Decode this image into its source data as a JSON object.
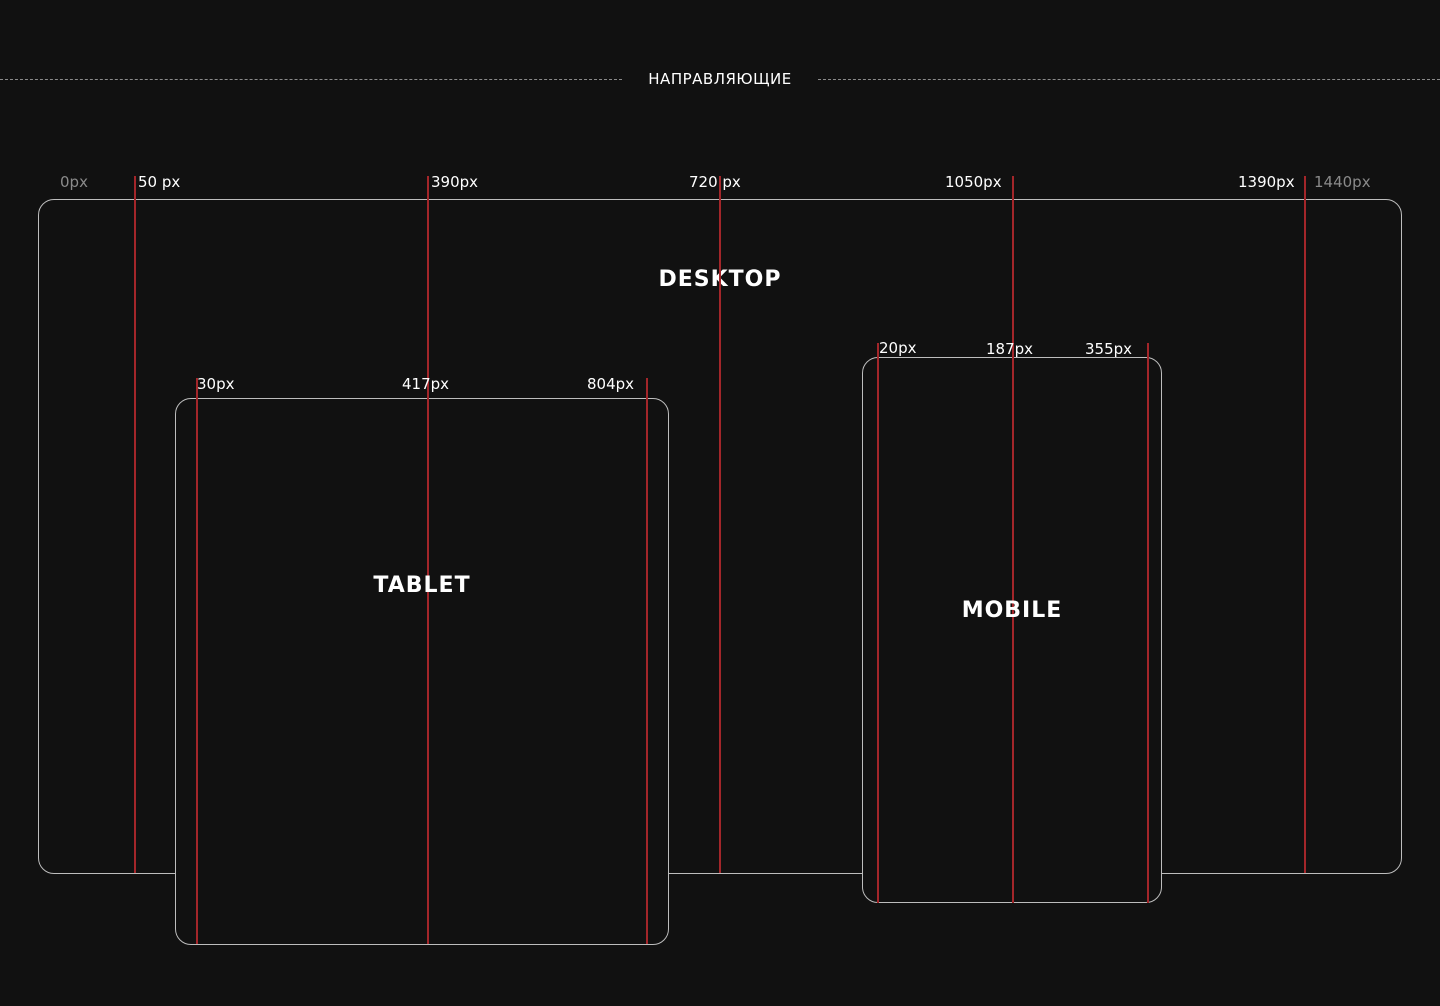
{
  "header": {
    "title": "НАПРАВЛЯЮЩИЕ"
  },
  "colors": {
    "guide": "#a3262a",
    "border": "#bdbdbd",
    "background": "#111111"
  },
  "desktop": {
    "name": "DESKTOP",
    "labels": [
      "0px",
      "50 px",
      "390px",
      "720 px",
      "1050px",
      "1390px",
      "1440px"
    ]
  },
  "tablet": {
    "name": "TABLET",
    "labels": [
      "30px",
      "417px",
      "804px"
    ]
  },
  "mobile": {
    "name": "MOBILE",
    "labels": [
      "20px",
      "187px",
      "355px"
    ]
  }
}
